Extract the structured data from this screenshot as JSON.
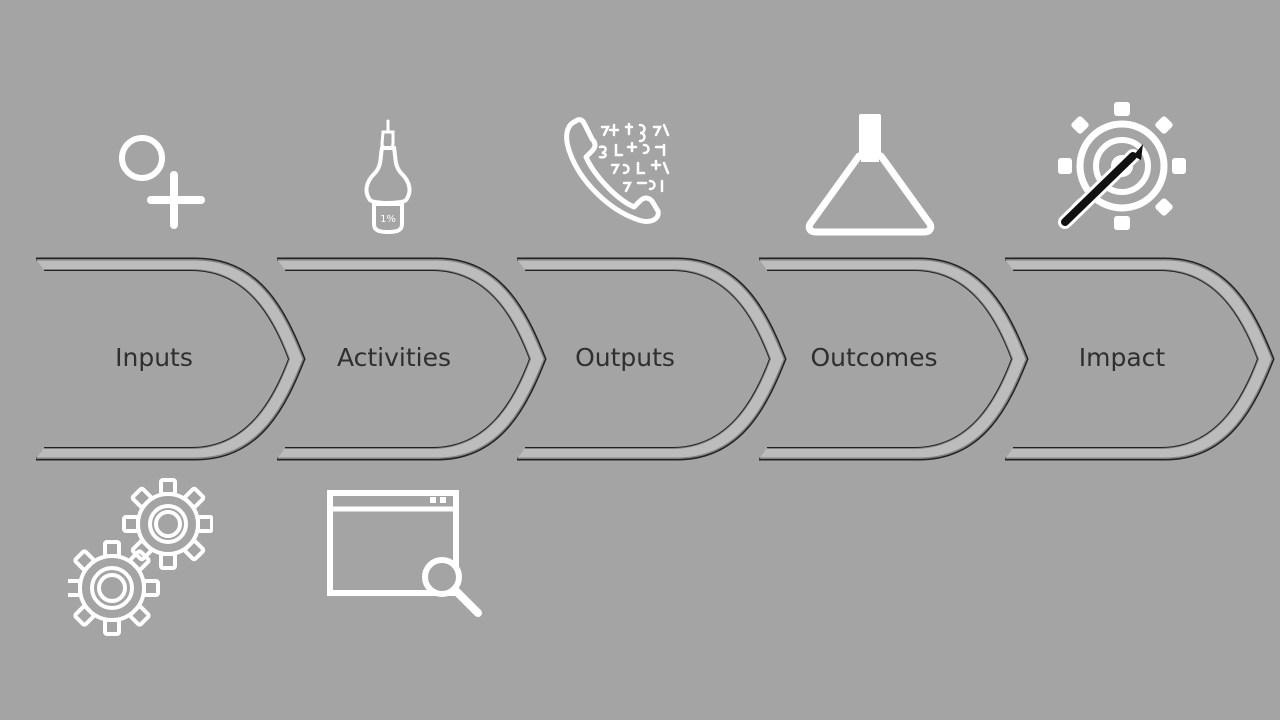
{
  "diagram": {
    "steps": [
      {
        "id": "inputs",
        "label": "Inputs"
      },
      {
        "id": "activities",
        "label": "Activities"
      },
      {
        "id": "outputs",
        "label": "Outputs"
      },
      {
        "id": "outcomes",
        "label": "Outcomes"
      },
      {
        "id": "impact",
        "label": "Impact"
      }
    ]
  },
  "colors": {
    "background": "#a4a4a4",
    "chevron_stroke": "#222222",
    "label_text": "#2f2f2f",
    "icon": "#ffffff"
  },
  "icons": [
    "add-user-icon",
    "lightbulb-icon",
    "phone-data-icon",
    "flask-icon",
    "target-pen-icon",
    "gears-icon",
    "window-search-icon"
  ]
}
